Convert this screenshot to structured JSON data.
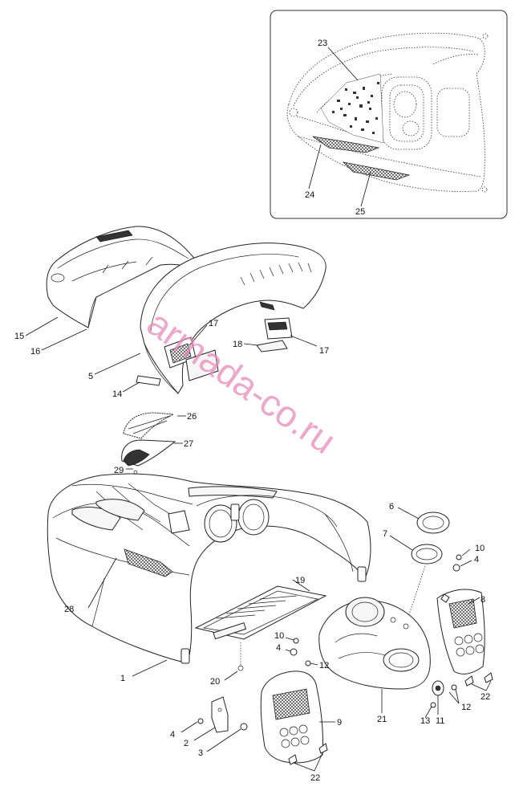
{
  "watermark": "armada-co.ru",
  "watermark_color": "#e58ab8",
  "callouts": {
    "c1": "1",
    "c2": "2",
    "c3": "3",
    "c4a": "4",
    "c4b": "4",
    "c4c": "4",
    "c5": "5",
    "c6": "6",
    "c7": "7",
    "c8": "8",
    "c9": "9",
    "c10a": "10",
    "c10b": "10",
    "c11": "11",
    "c12a": "12",
    "c12b": "12",
    "c13": "13",
    "c14": "14",
    "c15": "15",
    "c16": "16",
    "c17a": "17",
    "c17b": "17",
    "c18": "18",
    "c19": "19",
    "c20": "20",
    "c21": "21",
    "c22a": "22",
    "c22b": "22",
    "c23": "23",
    "c24": "24",
    "c25": "25",
    "c26": "26",
    "c27": "27",
    "c28": "28",
    "c29": "29"
  }
}
